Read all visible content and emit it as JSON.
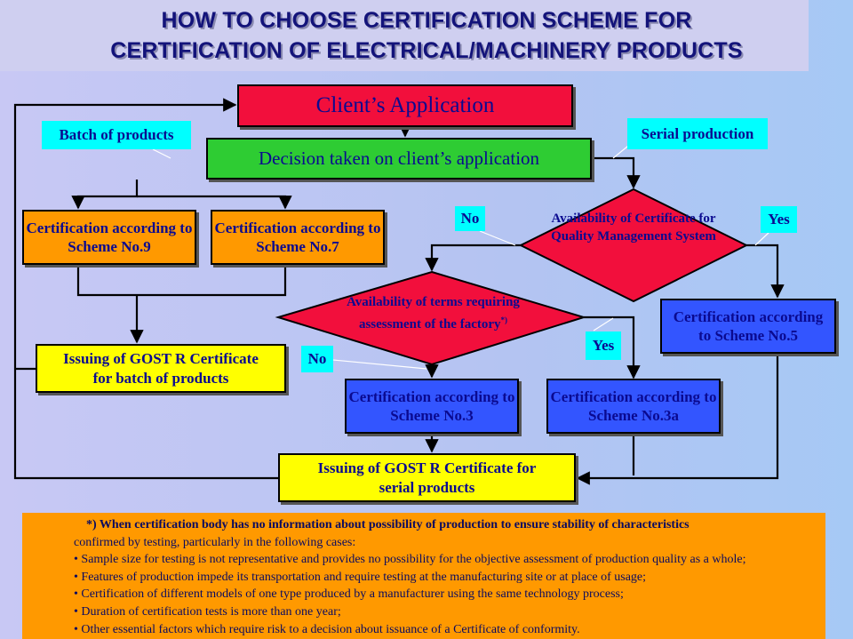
{
  "title": {
    "line1": "HOW TO CHOOSE CERTIFICATION SCHEME FOR",
    "line2": "CERTIFICATION OF ELECTRICAL/MACHINERY PRODUCTS"
  },
  "nodes": {
    "client_application": "Client’s Application",
    "decision": "Decision taken on client’s application",
    "scheme9": "Certification according to Scheme No.9",
    "scheme7": "Certification according to Scheme No.7",
    "quality_system_question": "Availability of Certificate for Quality Management System",
    "factory_question": "Availability of terms requiring assessment of the factory",
    "factory_question_mark": "*)",
    "scheme5": "Certification according to Scheme No.5",
    "scheme3": "Certification according to Scheme No.3",
    "scheme3a": "Certification according to Scheme No.3a",
    "gost_batch": "Issuing of GOST R Certificate for batch of products",
    "gost_serial": "Issuing of GOST R Certificate for serial products"
  },
  "labels": {
    "batch": "Batch of products",
    "serial": "Serial production",
    "no_quality": "No",
    "yes_quality": "Yes",
    "no_factory": "No",
    "yes_factory": "Yes"
  },
  "footnote": {
    "heading": "*) When certification body has no information about possibility of production to ensure stability of characteristics",
    "continuation": "confirmed by testing, particularly in the following cases:",
    "bullets": [
      "• Sample size for testing is not representative and provides no possibility for the objective assessment of production quality as a whole;",
      "• Features of production impede its transportation and require testing at the manufacturing site or at place of usage;",
      "• Certification of different models of one type produced by a manufacturer using the same technology process;",
      "• Duration of certification tests is more than one year;",
      "• Other essential factors which require risk to a decision about issuance of a Certificate of conformity."
    ]
  },
  "colors": {
    "process_red": "#f20f3c",
    "decision_green": "#2ecc33",
    "scheme_orange": "#ff9900",
    "scheme_blue": "#3355ff",
    "certificate_yellow": "#ffff00",
    "label_cyan": "#00ffff",
    "text_navy": "#0a0a90"
  }
}
